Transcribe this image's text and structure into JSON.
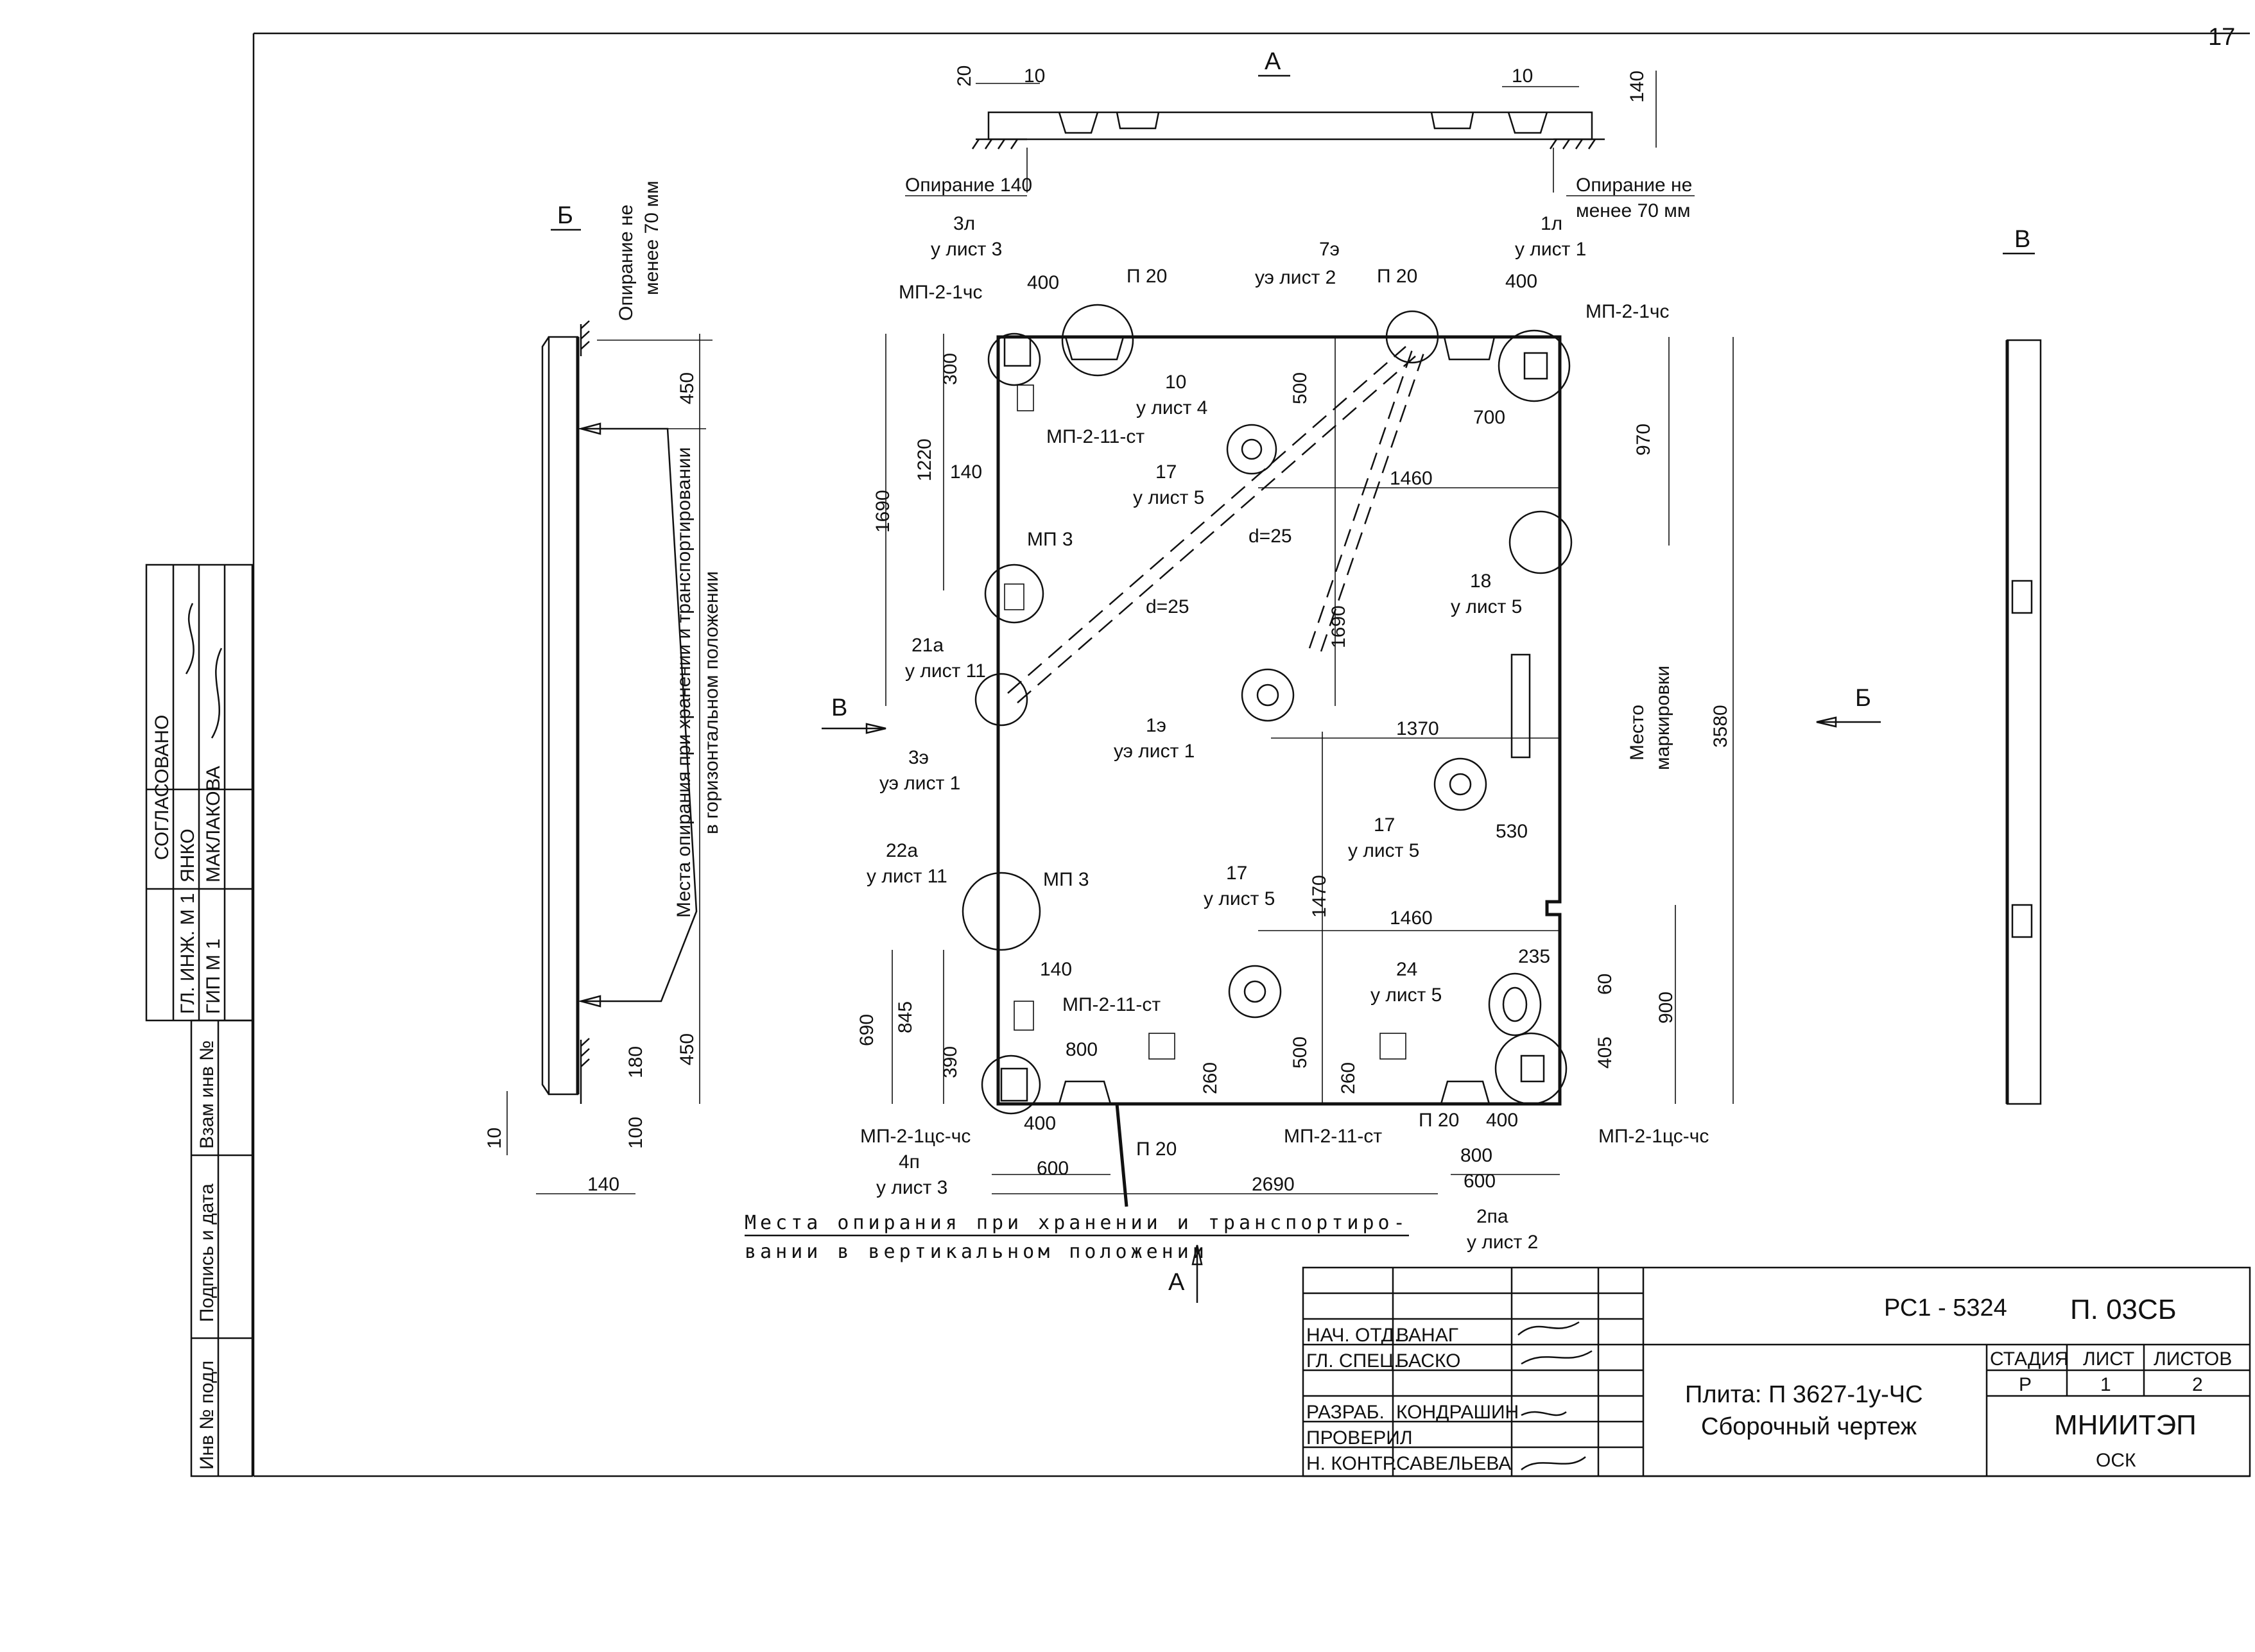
{
  "page_number": "17",
  "views": {
    "a_label": "А",
    "b_label": "Б",
    "v_label": "В"
  },
  "top_view": {
    "dim_20": "20",
    "dim_10_left": "10",
    "dim_10_right": "10",
    "dim_140": "140",
    "support_left": "Опирание 140",
    "support_right_1": "Опирание не",
    "support_right_2": "менее 70 мм"
  },
  "left_view": {
    "support_1": "Опирание не",
    "support_2": "менее 70 мм",
    "dim_450_top": "450",
    "dim_450_bottom": "450",
    "dim_180": "180",
    "dim_100": "100",
    "dim_10": "10",
    "dim_140": "140",
    "note_1": "Места опирания при хранении и транспортировании",
    "note_2": "в горизонтальном положении"
  },
  "plan": {
    "labels": {
      "l3l": "3л",
      "l3l_ref": "у лист 3",
      "mp_tl": "МП-2-1чс",
      "p20_a": "П 20",
      "d400_a": "400",
      "l7e": "7э",
      "l7e_ref": "уэ лист 2",
      "p20_b": "П 20",
      "l1l": "1л",
      "l1l_ref": "у лист 1",
      "d400_b": "400",
      "mp_tr": "МП-2-1чс",
      "d300": "300",
      "l10": "10",
      "l10_ref": "у лист 4",
      "d500_a": "500",
      "d700": "700",
      "d970": "970",
      "mp211_a": "МП-2-11-ст",
      "d1220": "1220",
      "d140_a": "140",
      "l17_a": "17",
      "l17_a_ref": "у лист 5",
      "d1460_a": "1460",
      "d1690_left": "1690",
      "mp3_a": "МП 3",
      "d25_a": "d=25",
      "d25_b": "d=25",
      "l18": "18",
      "l18_ref": "у лист 5",
      "l21a": "21а",
      "l21a_ref": "у лист 11",
      "d1690_mid": "1690",
      "mark_place_1": "Место",
      "mark_place_2": "маркировки",
      "l1e": "1э",
      "l1e_ref": "уэ лист 1",
      "d1370": "1370",
      "d3580": "3580",
      "l3e": "3э",
      "l3e_ref": "уэ лист 1",
      "l17_b": "17",
      "l17_b_ref": "у лист 5",
      "d530": "530",
      "l22a": "22а",
      "l22a_ref": "у лист 11",
      "mp3_b": "МП 3",
      "l17_c": "17",
      "l17_c_ref": "у лист 5",
      "d1470": "1470",
      "d1460_b": "1460",
      "d235": "235",
      "d60": "60",
      "d900": "900",
      "d690": "690",
      "d845": "845",
      "d140_b": "140",
      "mp211_b": "МП-2-11-ст",
      "l24": "24",
      "l24_ref": "у лист 5",
      "d390": "390",
      "d800_a": "800",
      "d260_a": "260",
      "d500_b": "500",
      "d260_b": "260",
      "d405": "405",
      "mp_bl": "МП-2-1цс-чс",
      "d400_c": "400",
      "mp211_c": "МП-2-11-ст",
      "p20_c": "П 20",
      "p20_d": "П 20",
      "d400_d": "400",
      "mp_br": "МП-2-1цс-чс",
      "l4p": "4п",
      "l4p_ref": "у лист 3",
      "d600_a": "600",
      "d2690": "2690",
      "d800_b": "800",
      "d600_b": "600",
      "l2pa": "2па",
      "l2pa_ref": "у лист 2"
    },
    "note_vertical_1": "Места опирания при хранении и транспортиро-",
    "note_vertical_2": "вании в вертикальном положении"
  },
  "left_strip": {
    "agreed": "СОГЛАСОВАНО",
    "gl_ing": "ГЛ. ИНЖ. М 1",
    "gip": "ГИП М 1",
    "yanko": "ЯНКО",
    "maklakova": "МАКЛАКОВА",
    "vzam": "Взам инв №",
    "podpis": "Подпись и дата",
    "inv": "Инв № подл"
  },
  "title_block": {
    "doc_code": "РС1 - 5324",
    "doc_mark": "П. 03СБ",
    "roles": [
      "НАЧ. ОТД.",
      "ГЛ. СПЕЦ.",
      "",
      "РАЗРАБ.",
      "ПРОВЕРИЛ",
      "Н. КОНТР."
    ],
    "names": [
      "ВАНАГ",
      "БАСКО",
      "",
      "КОНДРАШИН",
      "",
      "САВЕЛЬЕВА"
    ],
    "title_1": "Плита:  П 3627-1у-ЧС",
    "title_2": "Сборочный чертеж",
    "stage_h": "СТАДИЯ",
    "sheet_h": "ЛИСТ",
    "sheets_h": "ЛИСТОВ",
    "stage": "Р",
    "sheet": "1",
    "sheets": "2",
    "org": "МНИИТЭП",
    "dept": "ОСК"
  }
}
